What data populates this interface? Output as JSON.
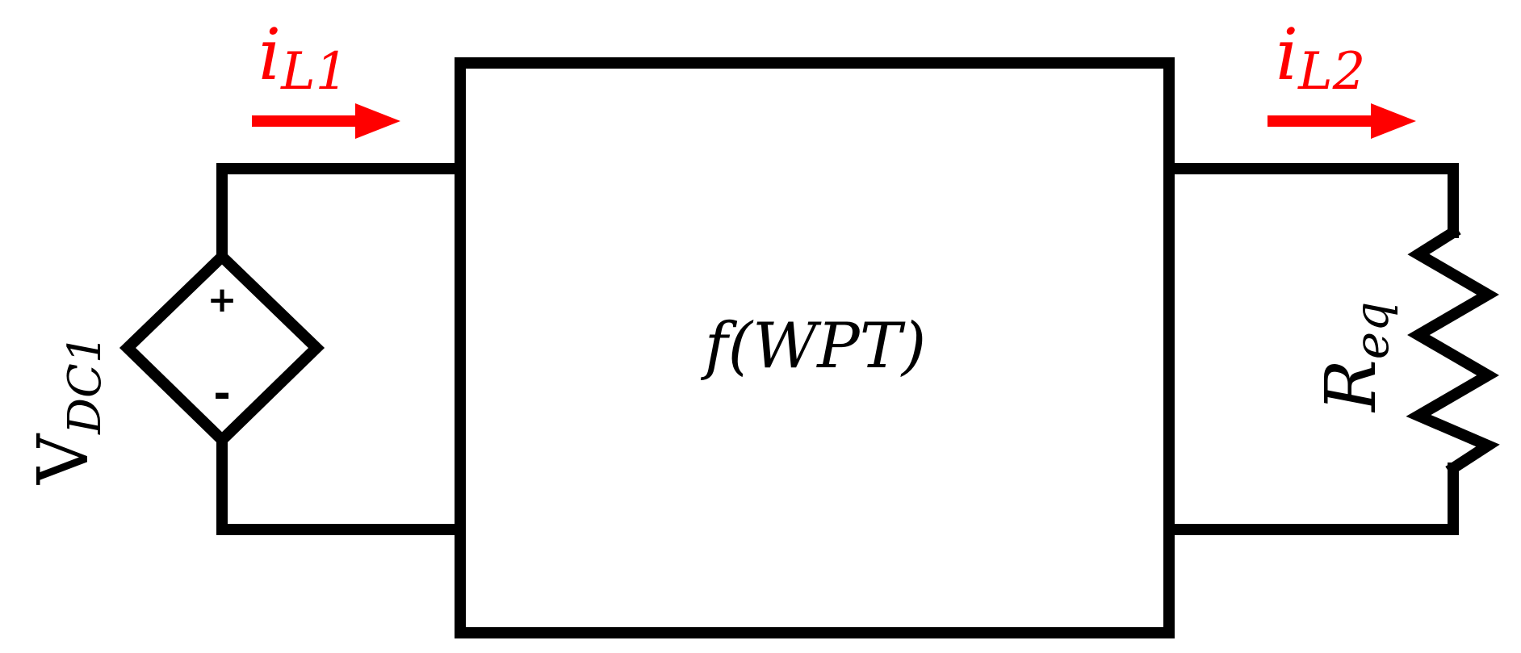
{
  "block": {
    "label": "f(WPT)"
  },
  "source": {
    "label_main": "V",
    "label_sub": "DC1",
    "plus": "+",
    "minus": "-"
  },
  "load": {
    "label_main": "R",
    "label_sub": "eq"
  },
  "currents": {
    "in_main": "i",
    "in_sub": "L1",
    "out_main": "i",
    "out_sub": "L2"
  },
  "colors": {
    "wire": "#000000",
    "current_arrow": "#ff0000"
  }
}
